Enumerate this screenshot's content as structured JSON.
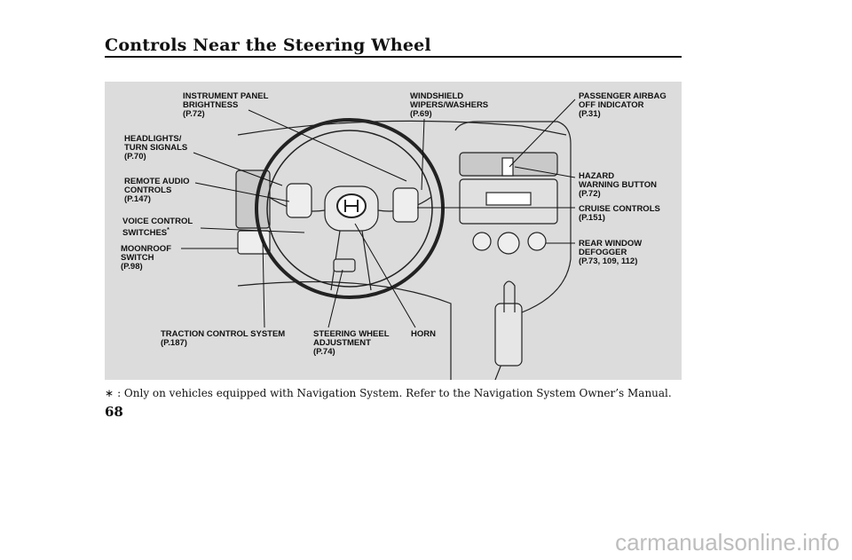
{
  "header": {
    "title": "Controls Near the Steering Wheel"
  },
  "labels": {
    "instrument_panel": {
      "line1": "INSTRUMENT PANEL",
      "line2": "BRIGHTNESS",
      "page": "(P.72)"
    },
    "windshield": {
      "line1": "WINDSHIELD",
      "line2": "WIPERS/WASHERS",
      "page": "(P.69)"
    },
    "passenger_airbag": {
      "line1": "PASSENGER AIRBAG",
      "line2": "OFF INDICATOR",
      "page": "(P.31)"
    },
    "headlights": {
      "line1": "HEADLIGHTS/",
      "line2": "TURN SIGNALS",
      "page": "(P.70)"
    },
    "remote_audio": {
      "line1": "REMOTE AUDIO",
      "line2": "CONTROLS",
      "page": "(P.147)"
    },
    "voice_control": {
      "line1": "VOICE CONTROL",
      "line2": "SWITCHES",
      "mark": "*"
    },
    "moonroof": {
      "line1": "MOONROOF",
      "line2": "SWITCH",
      "page": "(P.98)"
    },
    "hazard": {
      "line1": "HAZARD",
      "line2": "WARNING BUTTON",
      "page": "(P.72)"
    },
    "cruise": {
      "line1": "CRUISE CONTROLS",
      "page": "(P.151)"
    },
    "rear_window": {
      "line1": "REAR WINDOW",
      "line2": "DEFOGGER",
      "page": "(P.73, 109, 112)"
    },
    "traction": {
      "line1": "TRACTION CONTROL SYSTEM",
      "page": "(P.187)"
    },
    "steering_adj": {
      "line1": "STEERING WHEEL",
      "line2": "ADJUSTMENT",
      "page": "(P.74)"
    },
    "horn": {
      "line1": "HORN"
    }
  },
  "footnote": {
    "mark": "∗",
    "text": ": Only on vehicles equipped with Navigation System. Refer to the Navigation System Owner’s Manual."
  },
  "page_number": "68",
  "watermark": "carmanualsonline.info"
}
